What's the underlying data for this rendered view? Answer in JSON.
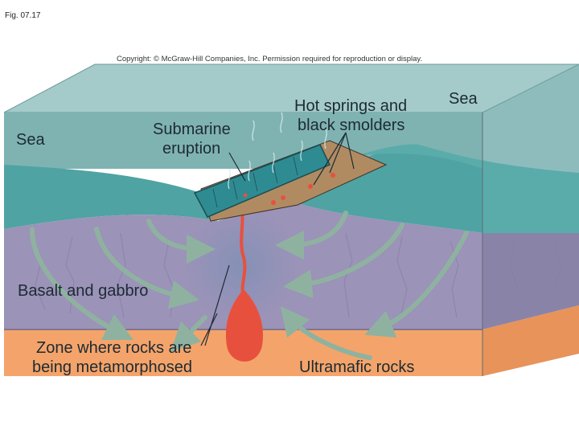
{
  "figure": {
    "number": "Fig. 07.17",
    "copyright": "Copyright: © McGraw-Hill Companies, Inc. Permission required for reproduction or display."
  },
  "labels": {
    "sea_left": "Sea",
    "sea_right": "Sea",
    "submarine_eruption_line1": "Submarine",
    "submarine_eruption_line2": "eruption",
    "hot_springs_line1": "Hot springs and",
    "hot_springs_line2": "black smolders",
    "basalt_gabbro": "Basalt and gabbro",
    "zone_line1": "Zone where rocks are",
    "zone_line2": "being metamorphosed",
    "ultramafic": "Ultramafic rocks"
  },
  "colors": {
    "sea_water": "#7fb3b2",
    "sea_surface": "#4fa3a3",
    "basalt": "#9b93b8",
    "ultramafic": "#f4a46a",
    "magma": "#e8503e",
    "flows": "#8fb2a0",
    "background": "#ffffff"
  }
}
